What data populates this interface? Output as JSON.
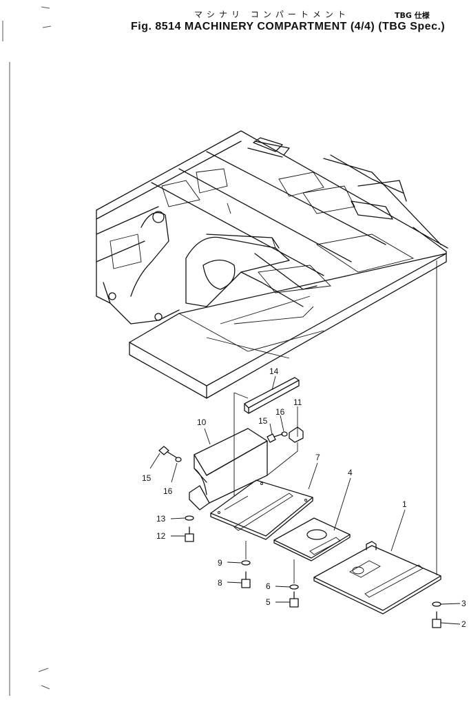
{
  "title": {
    "japanese": "マシナリ コンパートメント",
    "japanese_spec": "TBG 仕様",
    "main": "Fig. 8514  MACHINERY COMPARTMENT (4/4) (TBG Spec.)"
  },
  "callouts": {
    "c1": "1",
    "c2": "2",
    "c3": "3",
    "c4": "4",
    "c5": "5",
    "c6": "6",
    "c7": "7",
    "c8": "8",
    "c9": "9",
    "c10": "10",
    "c11": "11",
    "c12": "12",
    "c13": "13",
    "c14": "14",
    "c15a": "15",
    "c15b": "15",
    "c16a": "16",
    "c16b": "16"
  }
}
